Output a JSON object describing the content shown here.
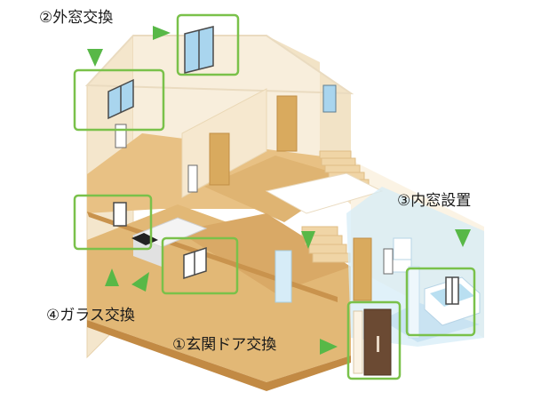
{
  "labels": {
    "outer_window": "②外窓交換",
    "inner_window": "③内窓設置",
    "glass": "④ガラス交換",
    "entrance_door": "①玄関ドア交換"
  },
  "colors": {
    "highlight": "#7ac14a",
    "marker": "#58b847",
    "wall": "#f6ead2",
    "wall_light": "#fbf3e4",
    "floor": "#e2b876",
    "floor_dark": "#d3a25c",
    "window_glass": "#a9d5ee",
    "bath_glass": "#d6ecf7",
    "entrance_door": "#6b4a33",
    "interior_door": "#d9aa5e",
    "text": "#1a1a1a"
  },
  "icons": [
    "down-triangle-marker",
    "right-triangle-marker",
    "up-triangle-marker",
    "diagonal-triangle-marker"
  ]
}
